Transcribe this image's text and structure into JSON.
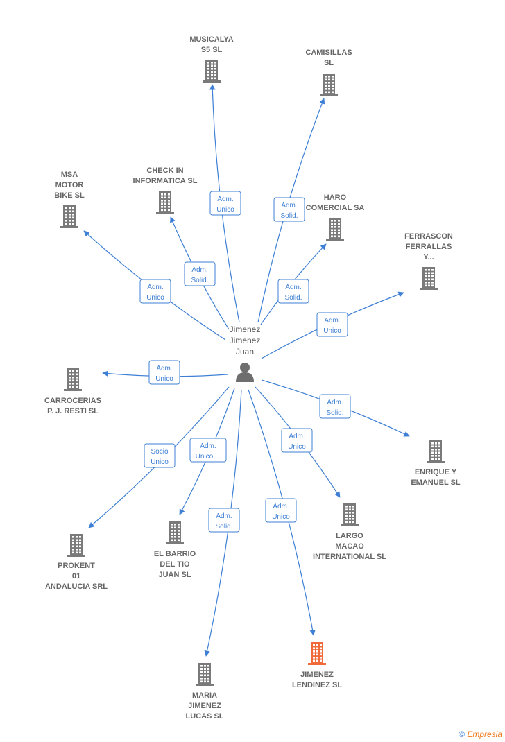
{
  "center": {
    "name": "Jimenez\nJimenez\nJuan"
  },
  "colors": {
    "edge": "#3d7fd4",
    "company": "#7a7a7a",
    "highlight": "#f06a3a"
  },
  "nodes": [
    {
      "id": "musicalya",
      "label": "MUSICALYA\nS5  SL",
      "highlight": false
    },
    {
      "id": "camisillas",
      "label": "CAMISILLAS\nSL",
      "highlight": false
    },
    {
      "id": "msa",
      "label": "MSA\nMOTOR\nBIKE SL",
      "highlight": false
    },
    {
      "id": "checkin",
      "label": "CHECK IN\nINFORMATICA SL",
      "highlight": false
    },
    {
      "id": "haro",
      "label": "HARO\nCOMERCIAL SA",
      "highlight": false
    },
    {
      "id": "ferrascon",
      "label": "FERRASCON\nFERRALLAS\nY...",
      "highlight": false
    },
    {
      "id": "carrocerias",
      "label": "CARROCERIAS\nP.  J. RESTI  SL",
      "highlight": false
    },
    {
      "id": "enrique",
      "label": "ENRIQUE Y\nEMANUEL  SL",
      "highlight": false
    },
    {
      "id": "largo",
      "label": "LARGO\nMACAO\nINTERNATIONAL SL",
      "highlight": false
    },
    {
      "id": "prokent",
      "label": "PROKENT\n01\nANDALUCIA SRL",
      "highlight": false
    },
    {
      "id": "barrio",
      "label": "EL BARRIO\nDEL TIO\nJUAN  SL",
      "highlight": false
    },
    {
      "id": "maria",
      "label": "MARIA\nJIMENEZ\nLUCAS SL",
      "highlight": false
    },
    {
      "id": "jimenez",
      "label": "JIMENEZ\nLENDINEZ  SL",
      "highlight": true
    }
  ],
  "edges": [
    {
      "to": "musicalya",
      "role": "Adm.\nUnico"
    },
    {
      "to": "camisillas",
      "role": "Adm.\nSolid."
    },
    {
      "to": "msa",
      "role": "Adm.\nUnico"
    },
    {
      "to": "checkin",
      "role": "Adm.\nSolid."
    },
    {
      "to": "haro",
      "role": "Adm.\nSolid."
    },
    {
      "to": "ferrascon",
      "role": "Adm.\nUnico"
    },
    {
      "to": "carrocerias",
      "role": "Adm.\nUnico"
    },
    {
      "to": "enrique",
      "role": "Adm.\nSolid."
    },
    {
      "to": "largo",
      "role": "Adm.\nUnico"
    },
    {
      "to": "prokent",
      "role": "Socio\nÚnico"
    },
    {
      "to": "barrio",
      "role": "Adm.\nUnico,..."
    },
    {
      "to": "maria",
      "role": "Adm.\nSolid."
    },
    {
      "to": "jimenez",
      "role": "Adm.\nUnico"
    }
  ],
  "footer": {
    "copyright": "©",
    "brand": "Empresia"
  }
}
